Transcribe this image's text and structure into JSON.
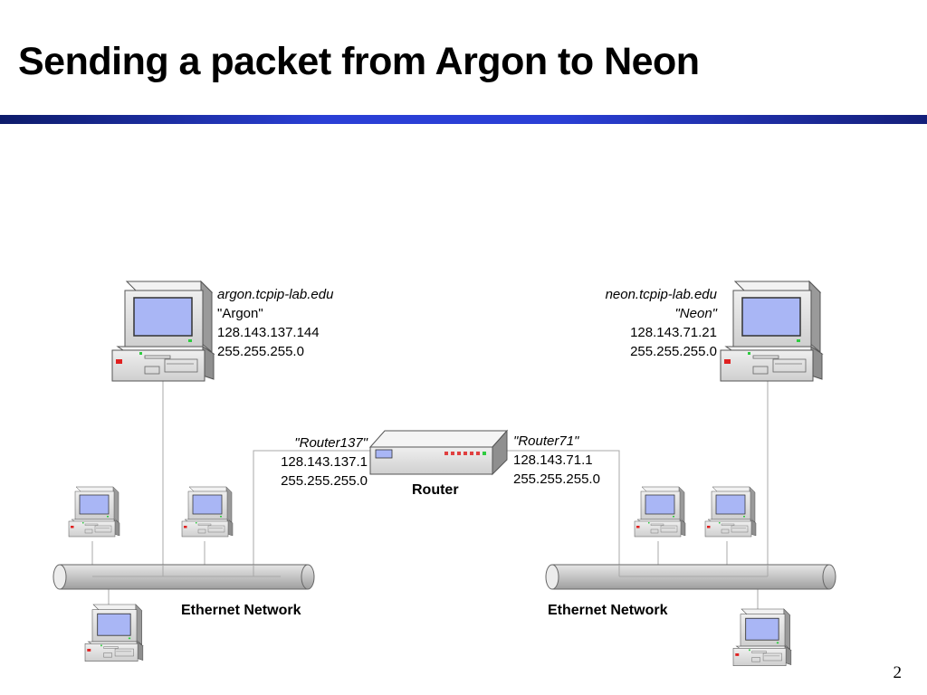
{
  "title": "Sending a packet from Argon to Neon",
  "page_number": "2",
  "argon": {
    "hostname": "argon.tcpip-lab.edu",
    "name": "\"Argon\"",
    "ip": "128.143.137.144",
    "mask": "255.255.255.0"
  },
  "neon": {
    "hostname": "neon.tcpip-lab.edu",
    "name": "\"Neon\"",
    "ip": "128.143.71.21",
    "mask": "255.255.255.0"
  },
  "router": {
    "label": "Router",
    "left_if": {
      "name": "\"Router137\"",
      "ip": "128.143.137.1",
      "mask": "255.255.255.0"
    },
    "right_if": {
      "name": "\"Router71\"",
      "ip": "128.143.71.1",
      "mask": "255.255.255.0"
    }
  },
  "networks": {
    "left_label": "Ethernet Network",
    "right_label": "Ethernet Network"
  },
  "colors": {
    "rule_dark": "#0d1b6a",
    "rule_bright": "#2a3fd6",
    "cable": "#c8c8c8",
    "screen": "#a9b6f5"
  }
}
